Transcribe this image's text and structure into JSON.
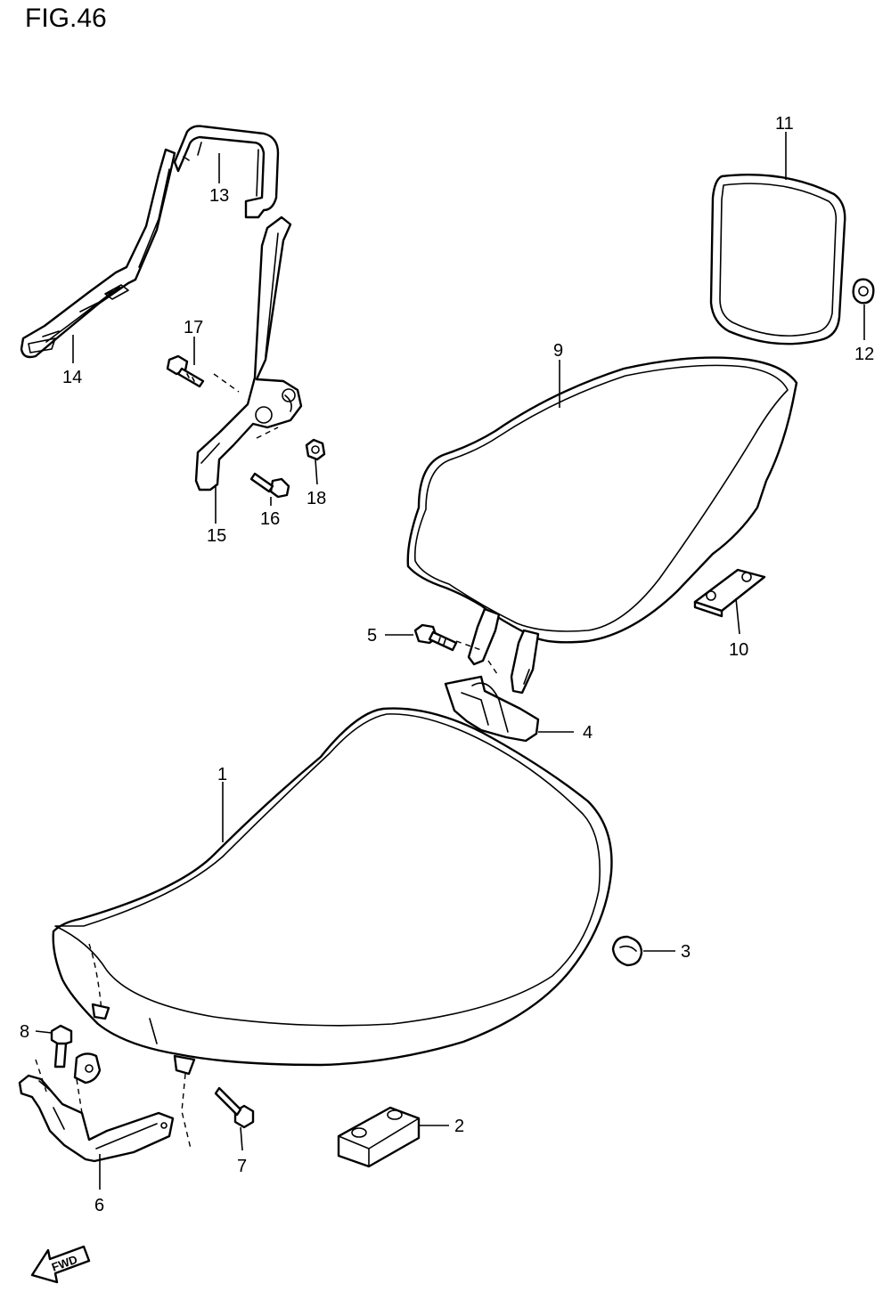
{
  "figure_title": "FIG.46",
  "direction_label": "FWD",
  "parts": [
    {
      "number": "1"
    },
    {
      "number": "2"
    },
    {
      "number": "3"
    },
    {
      "number": "4"
    },
    {
      "number": "5"
    },
    {
      "number": "6"
    },
    {
      "number": "7"
    },
    {
      "number": "8"
    },
    {
      "number": "9"
    },
    {
      "number": "10"
    },
    {
      "number": "11"
    },
    {
      "number": "12"
    },
    {
      "number": "13"
    },
    {
      "number": "14"
    },
    {
      "number": "15"
    },
    {
      "number": "16"
    },
    {
      "number": "17"
    },
    {
      "number": "18"
    }
  ]
}
